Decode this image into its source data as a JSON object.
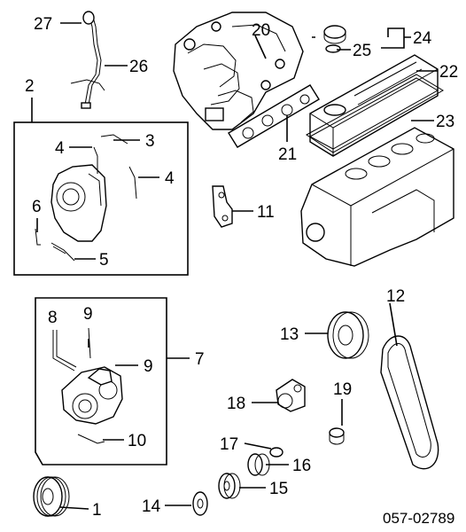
{
  "diagram": {
    "labels": {
      "l1": "1",
      "l2": "2",
      "l3": "3",
      "l4a": "4",
      "l4b": "4",
      "l5": "5",
      "l6": "6",
      "l7": "7",
      "l8": "8",
      "l9a": "9",
      "l9b": "9",
      "l10": "10",
      "l11": "11",
      "l12": "12",
      "l13": "13",
      "l14": "14",
      "l15": "15",
      "l16": "16",
      "l17": "17",
      "l18": "18",
      "l19": "19",
      "l20": "20",
      "l21": "21",
      "l22": "22",
      "l23": "23",
      "l24": "24",
      "l25": "25",
      "l26": "26",
      "l27": "27"
    },
    "catalog_code": "057-02789"
  }
}
